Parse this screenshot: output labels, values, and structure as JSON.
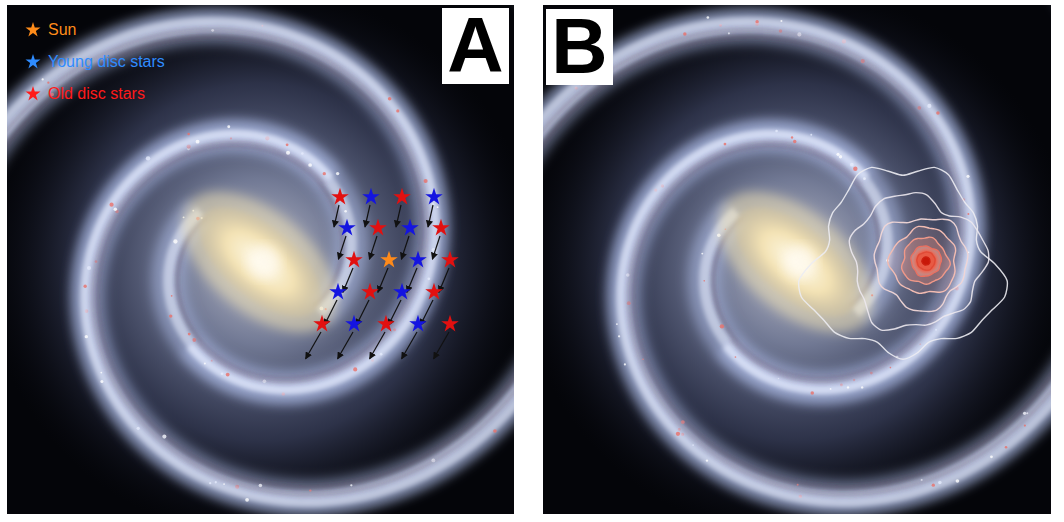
{
  "diagram": {
    "nodes": [
      {
        "text": [
          "A"
        ]
      },
      {
        "text": [
          "B"
        ]
      }
    ],
    "legend": [
      {
        "text": "Sun",
        "color": "#ff8c1a"
      },
      {
        "text": "Young disc stars",
        "color": "#2f8cff"
      },
      {
        "text": "Old disc stars",
        "color": "#ff1a1a"
      }
    ]
  }
}
